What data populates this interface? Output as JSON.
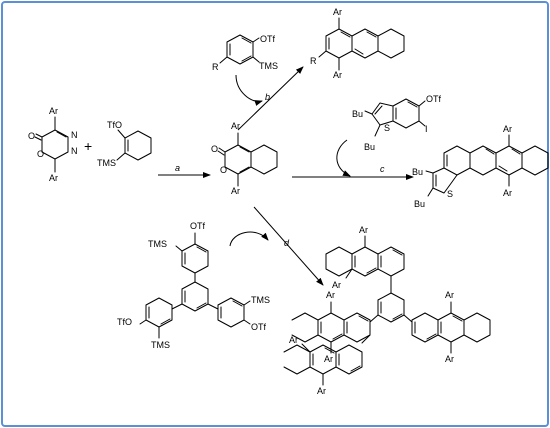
{
  "border_color": "#5b8fd6",
  "groups": {
    "ar": "Ar",
    "tms": "TMS",
    "otf": "OTf",
    "tfo": "TfO",
    "bu": "Bu",
    "r": "R",
    "i": "I",
    "s": "S",
    "o": "O",
    "n": "N"
  },
  "plus": "+",
  "arrows": {
    "a": "a",
    "b": "b",
    "c": "c",
    "d": "d"
  }
}
